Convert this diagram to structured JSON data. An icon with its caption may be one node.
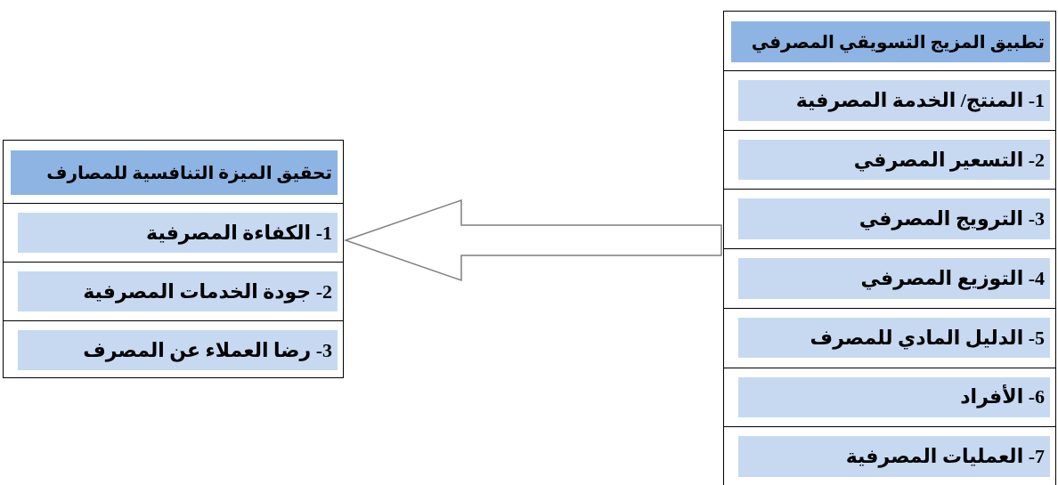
{
  "diagram": {
    "nodes": [
      {
        "text": [
          "تطبيق المزيج التسويقي المصرفي"
        ]
      },
      {
        "text": [
          "1- المنتج/ الخدمة المصرفية"
        ],
        "in": 0
      },
      {
        "text": [
          "2- التسعير المصرفي"
        ],
        "in": 0
      },
      {
        "text": [
          "3- الترويج المصرفي"
        ],
        "in": 0
      },
      {
        "text": [
          "4- التوزيع المصرفي"
        ],
        "in": 0
      },
      {
        "text": [
          "5- الدليل المادي للمصرف"
        ],
        "in": 0
      },
      {
        "text": [
          "6- الأفراد"
        ],
        "in": 0
      },
      {
        "text": [
          "7- العمليات المصرفية"
        ],
        "in": 0
      },
      {
        "text": [
          "تحقيق الميزة التنافسية للمصارف"
        ]
      },
      {
        "text": [
          "1- الكفاءة المصرفية"
        ],
        "in": 8
      },
      {
        "text": [
          "2- جودة الخدمات المصرفية"
        ],
        "in": 8
      },
      {
        "text": [
          "3- رضا العملاء عن المصرف"
        ],
        "in": 8
      }
    ],
    "edges": [
      {
        "from": 0,
        "to": 8,
        "arrow": "to"
      }
    ]
  }
}
